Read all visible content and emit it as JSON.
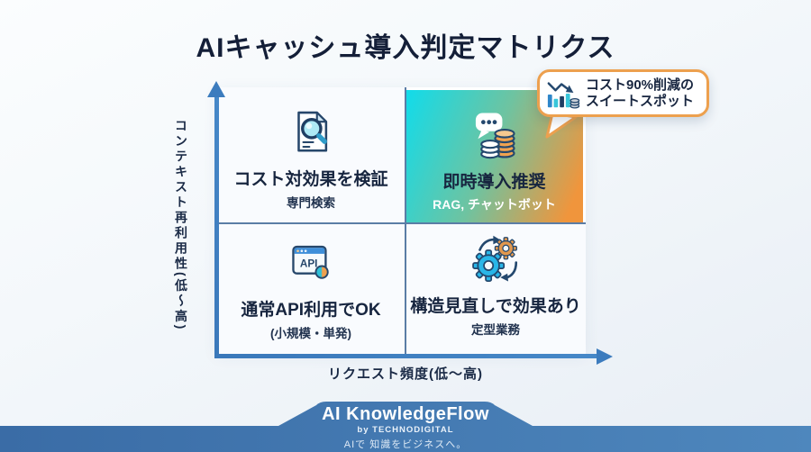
{
  "title": "AIキャッシュ導入判定マトリクス",
  "axes": {
    "y_label": "コンテキスト再利用性(低〜高)",
    "x_label": "リクエスト頻度(低〜高)"
  },
  "quadrants": {
    "top_left": {
      "label": "コスト対効果を検証",
      "sub": "専門検索",
      "icon": "document-search-icon"
    },
    "top_right": {
      "label": "即時導入推奨",
      "sub": "RAG, チャットボット",
      "icon": "chat-coins-icon",
      "highlighted": true
    },
    "bottom_left": {
      "label": "通常API利用でOK",
      "sub": "(小規模・単発)",
      "icon": "api-window-icon"
    },
    "bottom_right": {
      "label": "構造見直しで効果あり",
      "sub": "定型業務",
      "icon": "gears-cycle-icon"
    }
  },
  "callout": {
    "line1": "コスト90%削減の",
    "line2": "スイートスポット",
    "icon": "cost-decline-chart-icon"
  },
  "footer": {
    "brand": "AI KnowledgeFlow",
    "byline": "by TECHNODIGITAL",
    "tagline": "AIで 知識をビジネスへ。"
  },
  "colors": {
    "navy_text": "#17253f",
    "axis_blue": "#3c7cbe",
    "grid_divider": "#5b7da6",
    "highlight_cyan": "#14dbe8",
    "highlight_orange": "#f0953c",
    "callout_border": "#eda04e",
    "footer_blue": "#3f73ae"
  }
}
